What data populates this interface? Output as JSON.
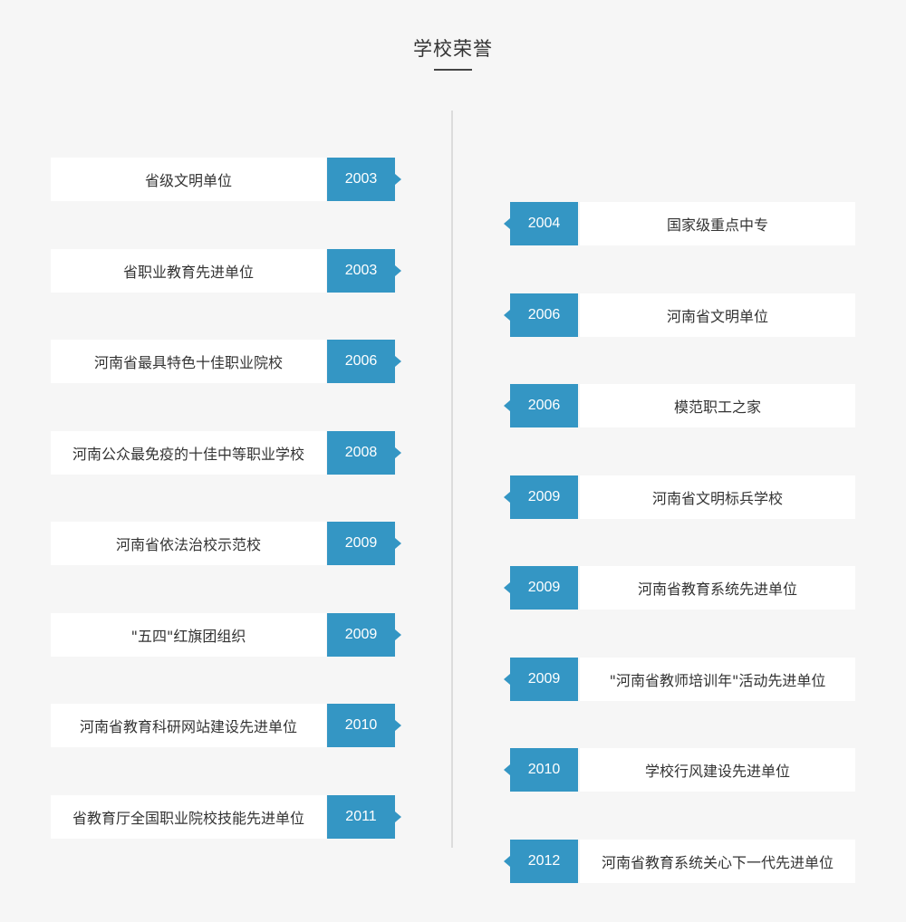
{
  "title": "学校荣誉",
  "left_items": [
    {
      "text": "省级文明单位",
      "year": "2003"
    },
    {
      "text": "省职业教育先进单位",
      "year": "2003"
    },
    {
      "text": "河南省最具特色十佳职业院校",
      "year": "2006"
    },
    {
      "text": "河南公众最免疫的十佳中等职业学校",
      "year": "2008"
    },
    {
      "text": "河南省依法治校示范校",
      "year": "2009"
    },
    {
      "text": "\"五四\"红旗团组织",
      "year": "2009"
    },
    {
      "text": "河南省教育科研网站建设先进单位",
      "year": "2010"
    },
    {
      "text": "省教育厅全国职业院校技能先进单位",
      "year": "2011"
    }
  ],
  "right_items": [
    {
      "text": "国家级重点中专",
      "year": "2004"
    },
    {
      "text": "河南省文明单位",
      "year": "2006"
    },
    {
      "text": "模范职工之家",
      "year": "2006"
    },
    {
      "text": "河南省文明标兵学校",
      "year": "2009"
    },
    {
      "text": "河南省教育系统先进单位",
      "year": "2009"
    },
    {
      "text": "\"河南省教师培训年\"活动先进单位",
      "year": "2009"
    },
    {
      "text": "学校行风建设先进单位",
      "year": "2010"
    },
    {
      "text": "河南省教育系统关心下一代先进单位",
      "year": "2012"
    }
  ]
}
